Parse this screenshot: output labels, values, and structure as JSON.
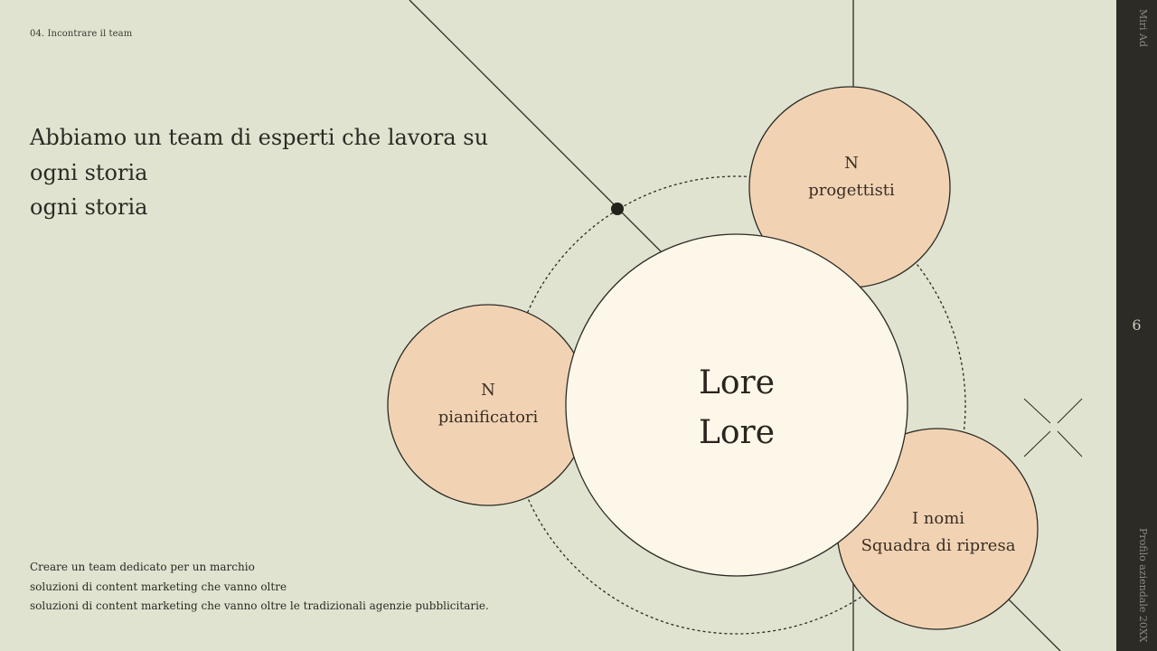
{
  "header": {
    "section_label": "04. Incontrare il team"
  },
  "headline": {
    "lines": [
      "Abbiamo un team di esperti che lavora su",
      "ogni storia",
      "ogni storia"
    ]
  },
  "body": {
    "lines": [
      "Creare un team dedicato per un marchio",
      "soluzioni di content marketing che vanno oltre",
      "soluzioni di content marketing che vanno oltre le tradizionali agenzie pubblicitarie."
    ]
  },
  "diagram": {
    "center": {
      "line1": "Lore",
      "line2": "Lore"
    },
    "nodes": [
      {
        "id": "progettisti",
        "line1": "N",
        "line2": "progettisti"
      },
      {
        "id": "pianificatori",
        "line1": "N",
        "line2": "pianificatori"
      },
      {
        "id": "ripresa",
        "line1": "I nomi",
        "line2": "Squadra di ripresa"
      }
    ],
    "colors": {
      "background": "#e0e3d0",
      "node_fill": "#f1d3b4",
      "center_fill": "#fdf7ea",
      "stroke": "#2b2a24"
    }
  },
  "sidebar": {
    "top_label": "Miri Ad",
    "page_number": "6",
    "bottom_label": "Profilo aziendale 20XX"
  }
}
